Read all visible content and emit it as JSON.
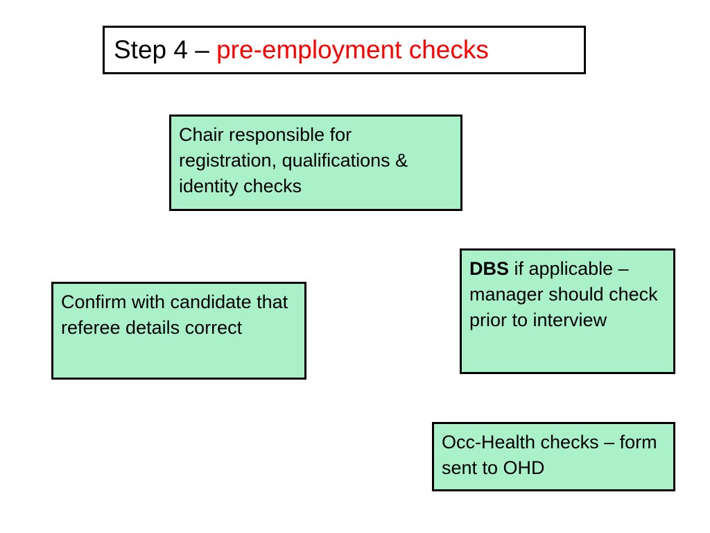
{
  "title": {
    "prefix": "Step 4 – ",
    "highlight": "pre-employment checks"
  },
  "notes": {
    "chair": "Chair responsible for registration, qualifications & identity checks",
    "referee": "Confirm with candidate that referee details correct",
    "dbs": {
      "bold": "DBS",
      "rest": " if applicable – manager should check prior to interview"
    },
    "occ_health": "Occ-Health checks – form sent to OHD"
  },
  "colors": {
    "box_fill": "#aaf0c8",
    "accent": "#ff0000",
    "border": "#000000"
  }
}
